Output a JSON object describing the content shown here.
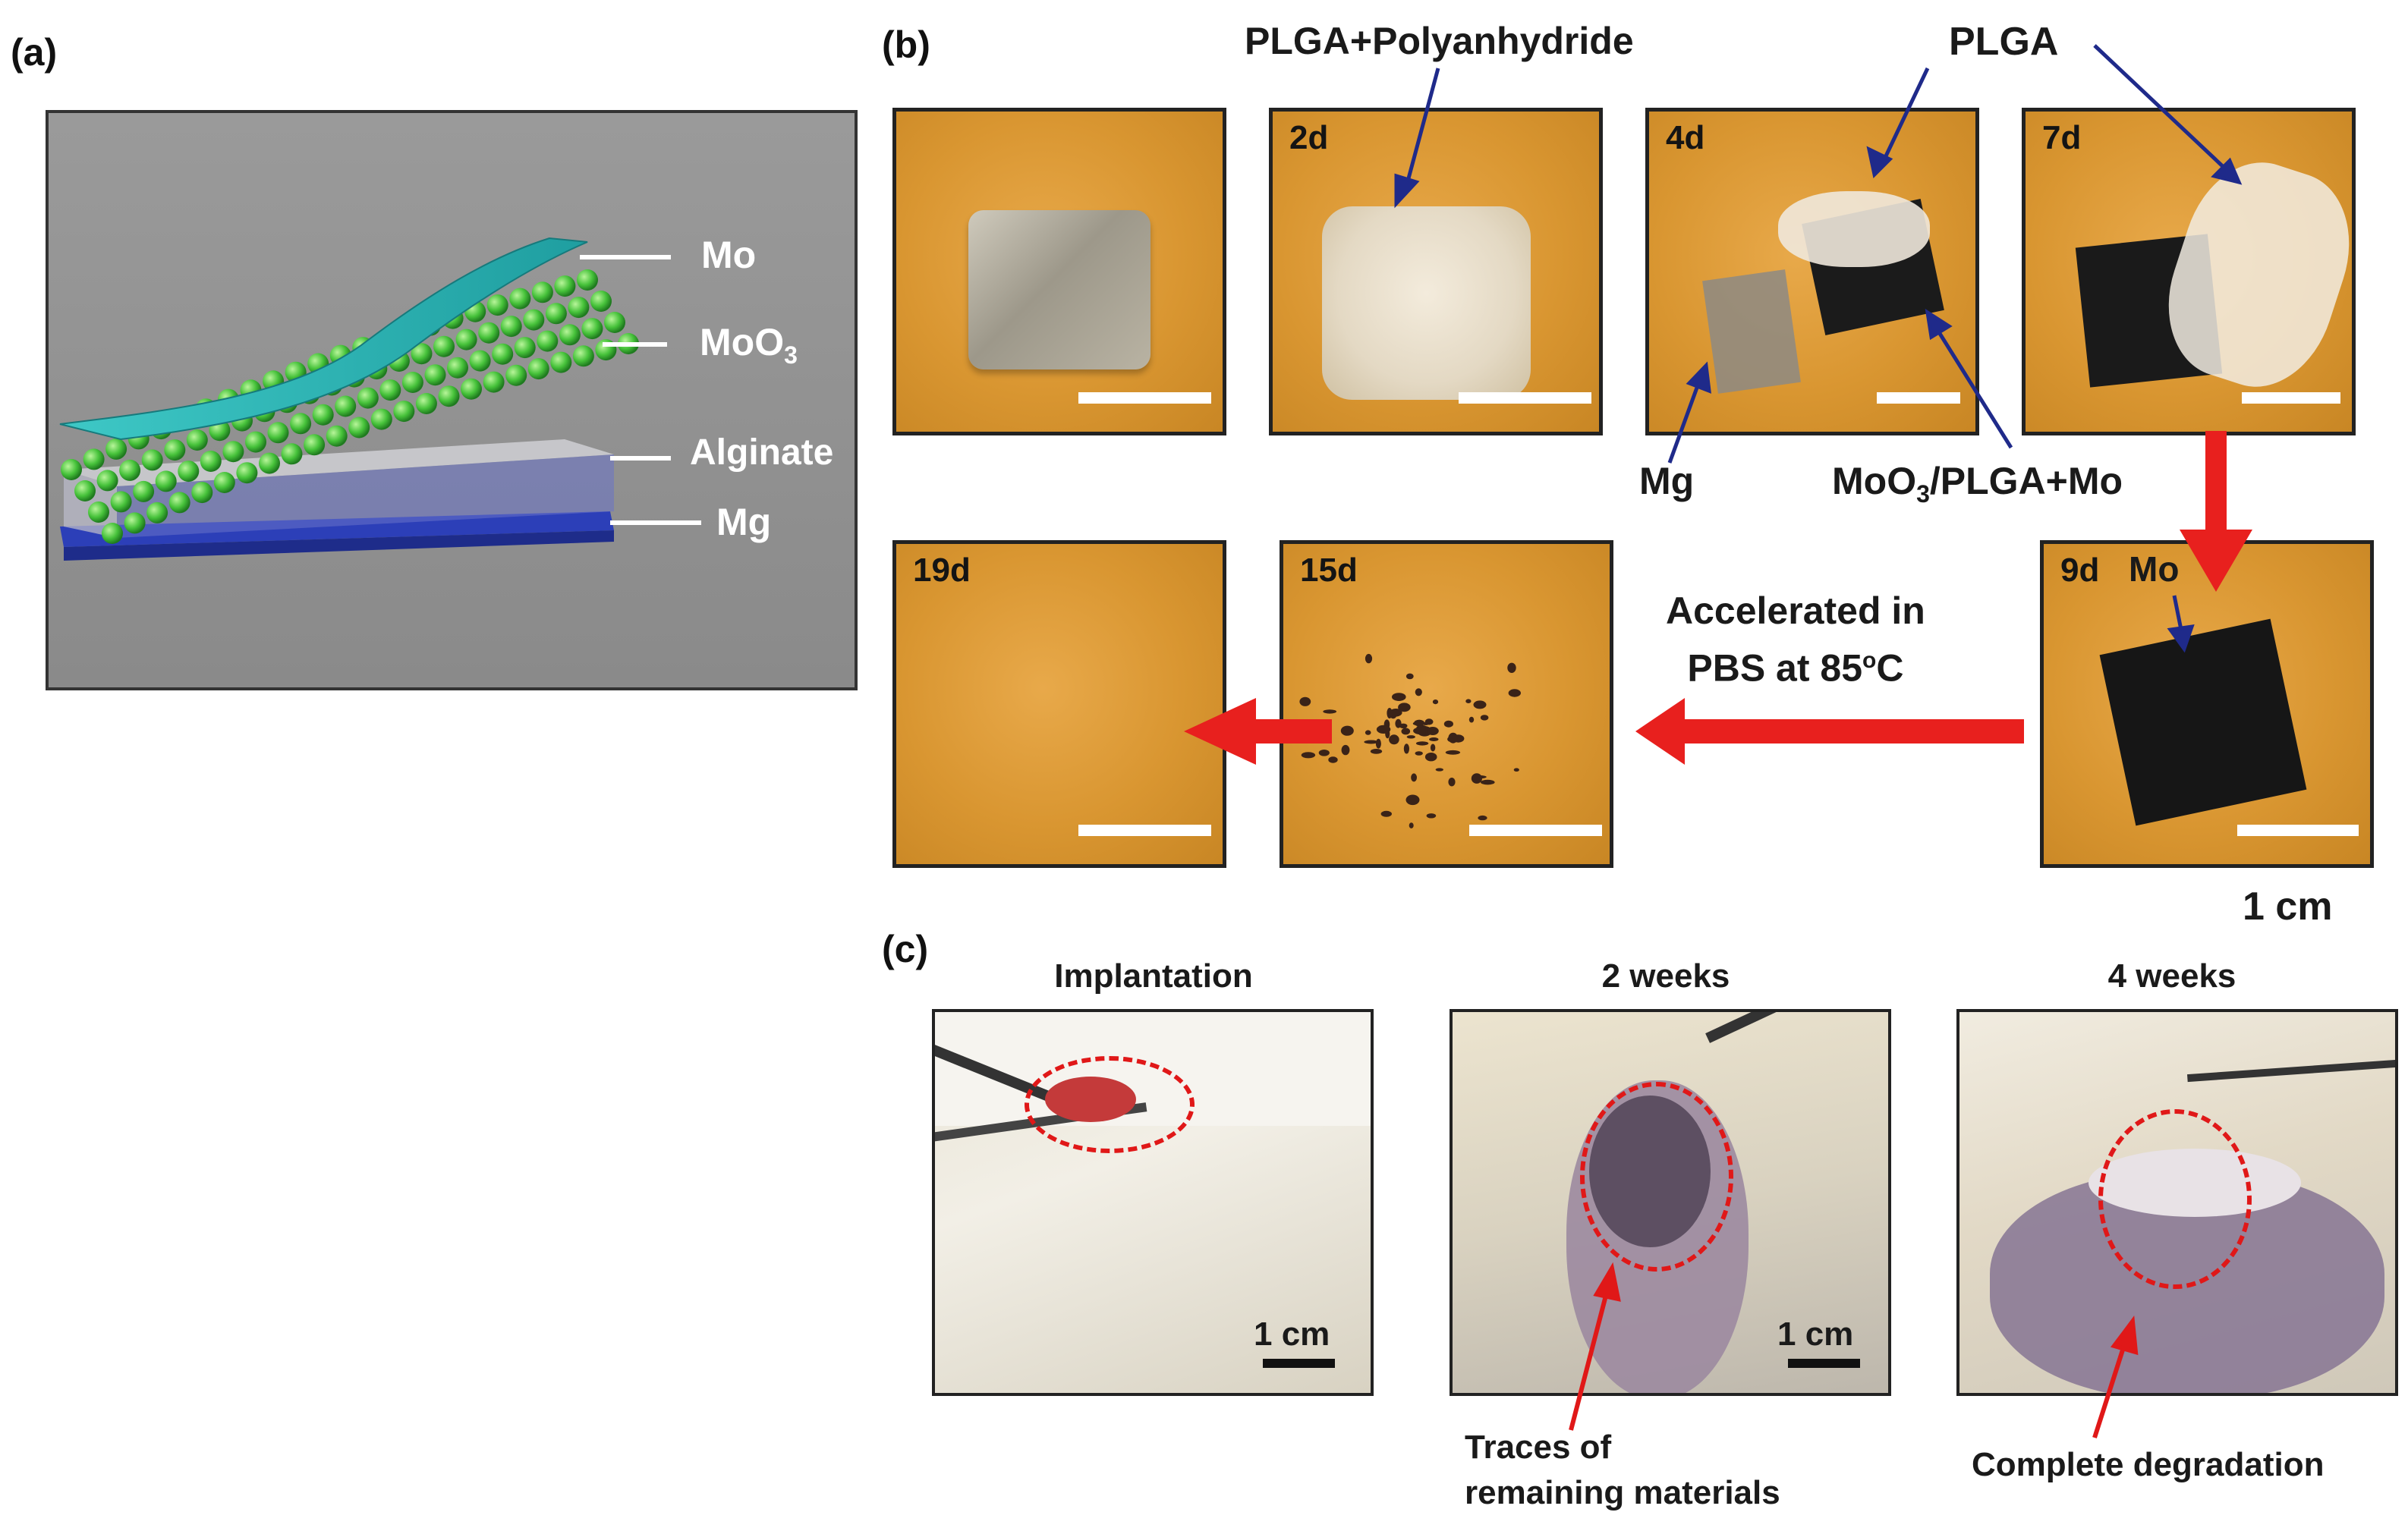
{
  "panels": {
    "a_label": "(a)",
    "b_label": "(b)",
    "c_label": "(c)"
  },
  "panel_a": {
    "layers": [
      "Mo",
      "MoO3",
      "Alginate",
      "Mg"
    ],
    "layer_mo": "Mo",
    "layer_moo3_base": "MoO",
    "layer_moo3_sub": "3",
    "layer_alginate": "Alginate",
    "layer_mg": "Mg",
    "colors": {
      "mo": "#2fb7b5",
      "moo3": "#4cc63a",
      "alginate": "#c9c9cf",
      "mg": "#2c3fb8",
      "background": "#8f8f8f"
    }
  },
  "panel_b": {
    "days": [
      "2d",
      "4d",
      "7d",
      "9d",
      "15d",
      "19d"
    ],
    "annotations": {
      "plga_polyanhydride": "PLGA+Polyanhydride",
      "plga": "PLGA",
      "mg": "Mg",
      "moo3_plga_mo_base": "MoO",
      "moo3_plga_mo_sub": "3",
      "moo3_plga_mo_rest": "/PLGA+Mo",
      "mo": "Mo",
      "accel_line1": "Accelerated in",
      "accel_line2_base": "PBS at 85",
      "accel_line2_sup": "o",
      "accel_line2_rest": "C",
      "scale": "1 cm"
    },
    "colors": {
      "photo_bg": "#d99631",
      "arrow_red": "#e8201e",
      "annot_arrow": "#1f2a8a"
    }
  },
  "panel_c": {
    "captions": [
      "Implantation",
      "2 weeks",
      "4 weeks"
    ],
    "scale": "1 cm",
    "notes": {
      "traces_line1": "Traces of",
      "traces_line2": "remaining materials",
      "complete": "Complete degradation"
    }
  }
}
